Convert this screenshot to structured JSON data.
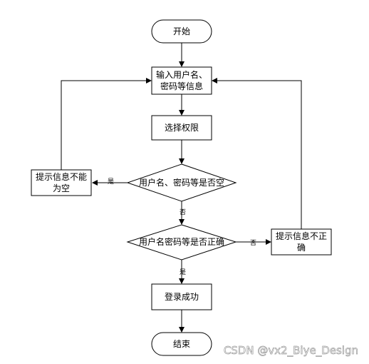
{
  "flowchart": {
    "start": "开始",
    "input_line1": "输入用户名、",
    "input_line2": "密码等信息",
    "select_permission": "选择权限",
    "check_empty": "用户名、密码等是否空",
    "empty_alert_line1": "提示信息不能",
    "empty_alert_line2": "为空",
    "check_correct": "用户名密码等是否正确",
    "wrong_alert_line1": "提示信息不正",
    "wrong_alert_line2": "确",
    "login_success": "登录成功",
    "end": "结束",
    "yes": "是",
    "no": "否"
  },
  "watermark": "CSDN @vx2_Biye_Design"
}
